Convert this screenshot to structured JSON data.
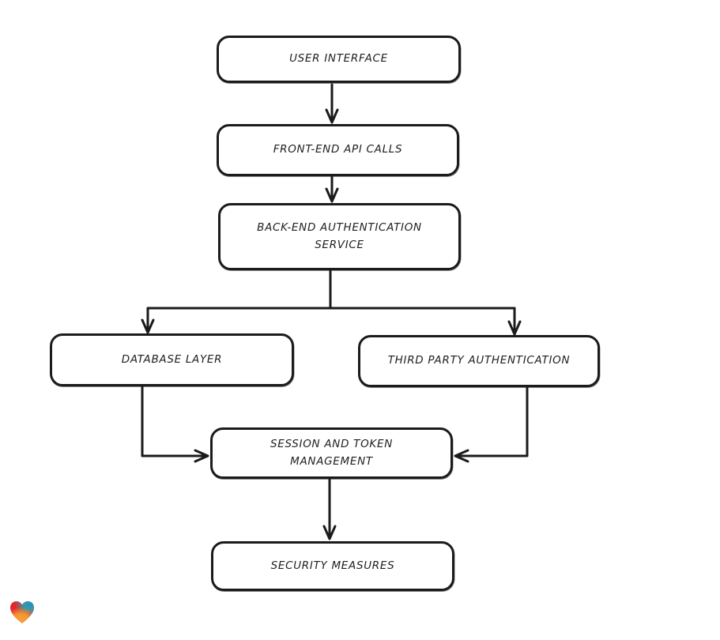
{
  "diagram": {
    "background_color": "#ffffff",
    "stroke_color": "#1b1b1b",
    "nodes": [
      {
        "id": "user-interface",
        "label": "USER INTERFACE"
      },
      {
        "id": "front-end-api-calls",
        "label": "FRONT-END API CALLS"
      },
      {
        "id": "back-end-authentication-service",
        "label": "BACK-END AUTHENTICATION SERVICE"
      },
      {
        "id": "database-layer",
        "label": "DATABASE LAYER"
      },
      {
        "id": "third-party-authentication",
        "label": "THIRD PARTY AUTHENTICATION"
      },
      {
        "id": "session-and-token-management",
        "label": "SESSION AND TOKEN MANAGEMENT"
      },
      {
        "id": "security-measures",
        "label": "SECURITY MEASURES"
      }
    ],
    "edges": [
      {
        "from": "user-interface",
        "to": "front-end-api-calls"
      },
      {
        "from": "front-end-api-calls",
        "to": "back-end-authentication-service"
      },
      {
        "from": "back-end-authentication-service",
        "to": "database-layer"
      },
      {
        "from": "back-end-authentication-service",
        "to": "third-party-authentication"
      },
      {
        "from": "database-layer",
        "to": "session-and-token-management"
      },
      {
        "from": "third-party-authentication",
        "to": "session-and-token-management"
      },
      {
        "from": "session-and-token-management",
        "to": "security-measures"
      }
    ],
    "logo": {
      "name": "gradient-heart-logo",
      "colors": [
        "#e3262e",
        "#2a9fd0",
        "#f6a13b"
      ]
    }
  }
}
